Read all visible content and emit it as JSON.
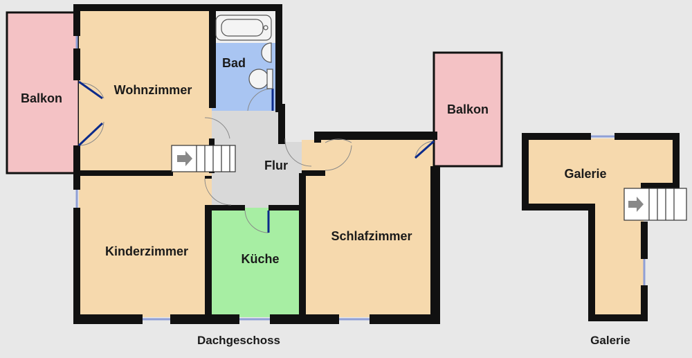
{
  "floor_plan": {
    "rooms": {
      "balkon_left": "Balkon",
      "wohnzimmer": "Wohnzimmer",
      "bad": "Bad",
      "flur": "Flur",
      "balkon_right": "Balkon",
      "kinderzimmer": "Kinderzimmer",
      "kueche": "Küche",
      "schlafzimmer": "Schlafzimmer",
      "galerie": "Galerie"
    },
    "captions": {
      "main": "Dachgeschoss",
      "gallery": "Galerie"
    },
    "colors": {
      "background": "#e8e8e8",
      "room_default": "#f6d9ad",
      "balkon": "#f4c2c5",
      "bad": "#a9c5f2",
      "flur": "#d9d9d9",
      "kueche": "#a7eea3",
      "walls": "#111111",
      "door": "#0b2a8a",
      "window": "#8f9fd6"
    }
  }
}
